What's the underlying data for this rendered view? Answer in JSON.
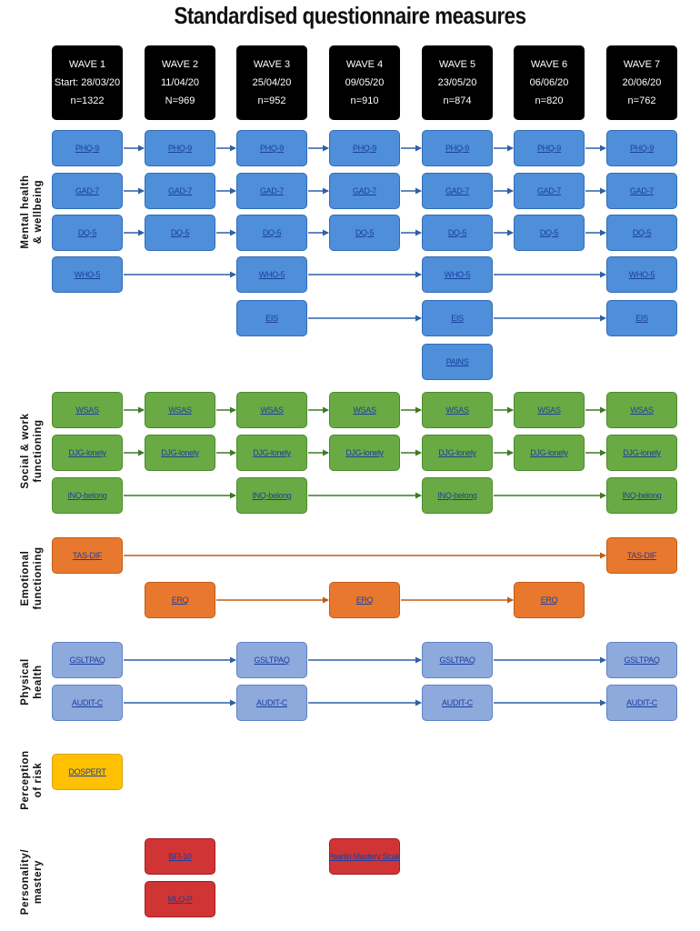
{
  "title": "Standardised questionnaire measures",
  "waves": [
    {
      "line1": "WAVE 1",
      "line2": "Start: 28/03/20",
      "line3": "n=1322"
    },
    {
      "line1": "WAVE 2",
      "line2": "11/04/20",
      "line3": "N=969"
    },
    {
      "line1": "WAVE 3",
      "line2": "25/04/20",
      "line3": "n=952"
    },
    {
      "line1": "WAVE 4",
      "line2": "09/05/20",
      "line3": "n=910"
    },
    {
      "line1": "WAVE 5",
      "line2": "23/05/20",
      "line3": "n=874"
    },
    {
      "line1": "WAVE 6",
      "line2": "06/06/20",
      "line3": "n=820"
    },
    {
      "line1": "WAVE 7",
      "line2": "20/06/20",
      "line3": "n=762"
    }
  ],
  "sections": [
    {
      "line1": "Mental health",
      "line2": "& wellbeing"
    },
    {
      "line1": "Social & work",
      "line2": "functioning"
    },
    {
      "line1": "Emotional",
      "line2": "functioning"
    },
    {
      "line1": "Physical",
      "line2": "health"
    },
    {
      "line1": "Perception",
      "line2": "of risk"
    },
    {
      "line1": "Personality/",
      "line2": "mastery"
    }
  ],
  "measures": {
    "phq9": "PHQ-9",
    "gad7": "GAD-7",
    "dq5": "DQ-5",
    "who5": "WHO-5",
    "eis": "EIS",
    "pains": "PAINS",
    "wsas": "WSAS",
    "djg": "DJG-lonely",
    "inq": "INQ-belong",
    "tas": "TAS-DIF",
    "ero": "ERQ",
    "gsltpaq": "GSLTPAQ",
    "audit": "AUDIT-C",
    "dospert": "DOSPERT",
    "bfi": "BFI-10",
    "pearlin": "Pearlin Mastery Scale",
    "mlq": "MLQ-P"
  },
  "colors": {
    "mental": "#4f8ed8",
    "social": "#6aaa45",
    "emotional": "#e9782f",
    "physical": "#8ea9dc",
    "risk": "#ffc000",
    "personality": "#d03434",
    "wave_header": "#000000"
  }
}
